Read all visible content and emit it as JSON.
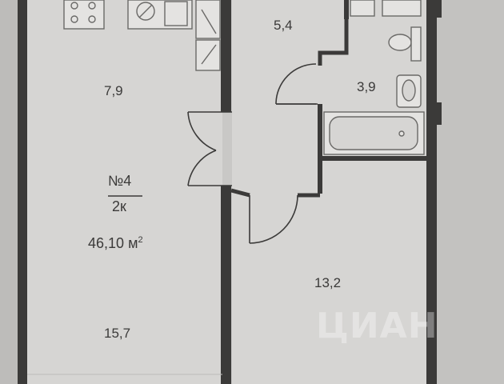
{
  "apartment": {
    "number_label": "№4",
    "rooms_label": "2к",
    "total_area": "46,10",
    "total_area_unit": "м",
    "total_area_unit_sup": "2"
  },
  "rooms": {
    "kitchen_area": "7,9",
    "hall_area": "5,4",
    "bathroom_area": "3,9",
    "bedroom_area": "13,2",
    "living_area": "15,7"
  },
  "watermark": "ЦИАН",
  "colors": {
    "background": "#c9c8c6",
    "floor": "#d6d5d3",
    "wall": "#3b3a39",
    "text": "#3b3a39"
  }
}
